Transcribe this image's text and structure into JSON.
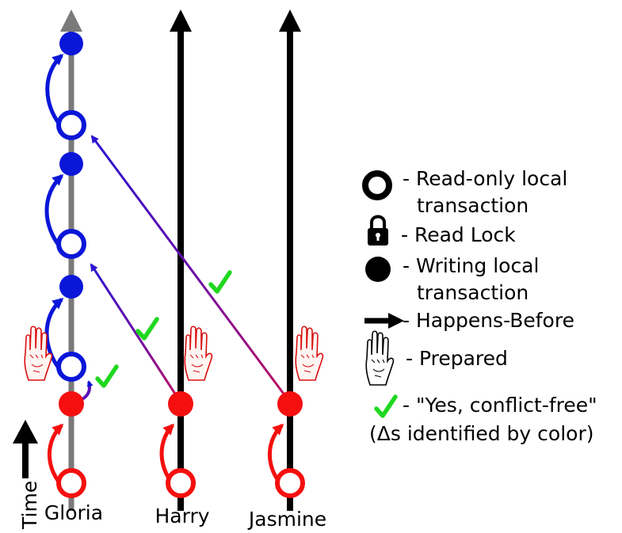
{
  "processes": [
    {
      "id": "gloria",
      "label": "Gloria"
    },
    {
      "id": "harry",
      "label": "Harry"
    },
    {
      "id": "jasmine",
      "label": "Jasmine"
    }
  ],
  "axis_label": "Time",
  "legend": {
    "read_only": {
      "line1": "- Read-only local",
      "line2": "transaction"
    },
    "read_lock": {
      "line1": "- Read Lock"
    },
    "writing": {
      "line1": "- Writing local",
      "line2": "transaction"
    },
    "happens_before": {
      "line1": "- Happens-Before"
    },
    "prepared": {
      "line1": "- Prepared"
    },
    "conflict_free": {
      "line1": "- \"Yes, conflict-free\"",
      "line2": "(Δs identified by color)"
    }
  },
  "colors": {
    "blue": "#0a16d8",
    "red": "#f50f0f",
    "purple": "#5a10b8",
    "green": "#1fd81f",
    "gray": "#7a7a7a",
    "black": "#000000"
  },
  "icons": [
    "check-icon",
    "lock-icon",
    "hand-icon"
  ]
}
